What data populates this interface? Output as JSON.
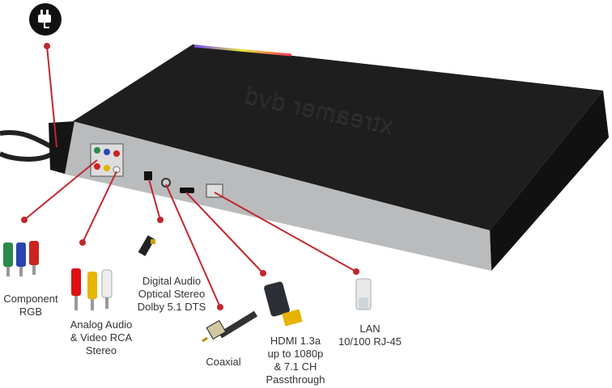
{
  "device": {
    "logo_text": "xtreamer dvd"
  },
  "labels": {
    "component": [
      "Component",
      "RGB"
    ],
    "analog": [
      "Analog Audio",
      "& Video RCA",
      "Stereo"
    ],
    "optical": [
      "Digital Audio",
      "Optical Stereo",
      "Dolby 5.1 DTS"
    ],
    "coaxial": [
      "Coaxial"
    ],
    "hdmi": [
      "HDMI 1.3a",
      "up to 1080p",
      "& 7.1 CH",
      "Passthrough"
    ],
    "lan": [
      "LAN",
      "10/100 RJ-45"
    ]
  },
  "colors": {
    "callout": "#c1272d",
    "body": "#1c1c1c",
    "panel": "#b8babc"
  }
}
